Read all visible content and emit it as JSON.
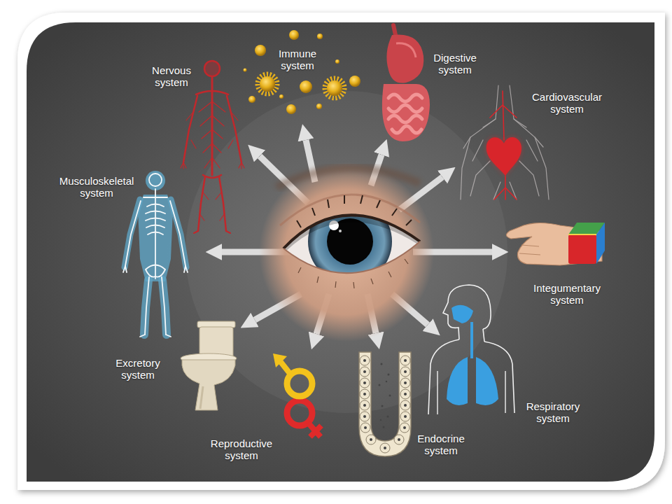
{
  "diagram": {
    "labels": [
      "Immune system",
      "Digestive system",
      "Nervous system",
      "Cardiovascular system",
      "Musculoskeletal system",
      "Integumentary system",
      "Excretory system",
      "Respiratory system",
      "Endocrine system",
      "Reproductive system"
    ]
  }
}
